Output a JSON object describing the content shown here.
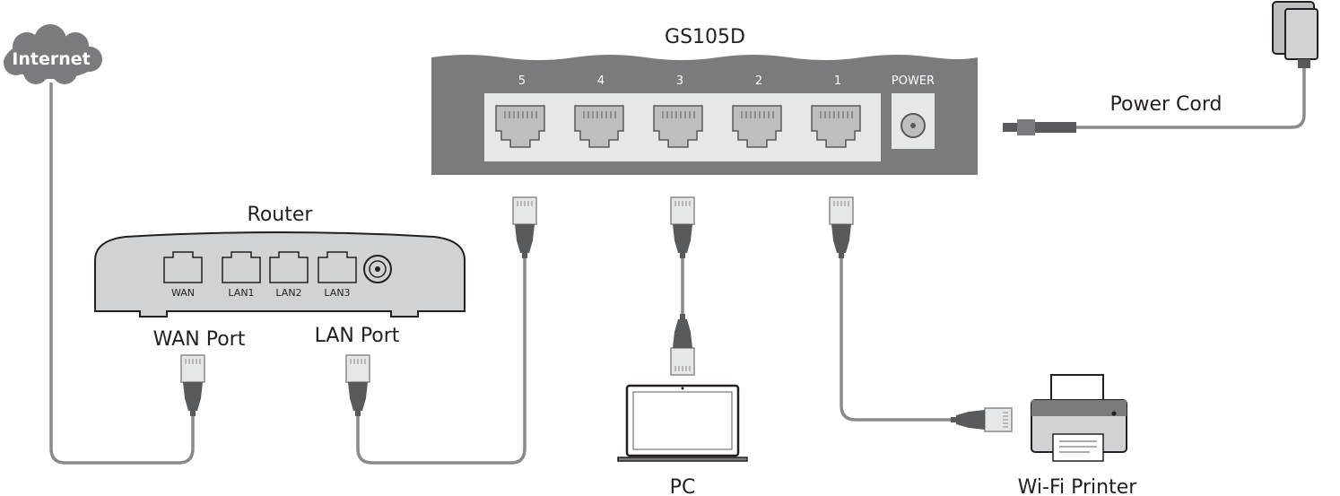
{
  "internet": {
    "label": "Internet"
  },
  "switch": {
    "model": "GS105D",
    "ports": [
      "5",
      "4",
      "3",
      "2",
      "1"
    ],
    "power_label": "POWER"
  },
  "power_cord": {
    "label": "Power Cord"
  },
  "router": {
    "title": "Router",
    "ports": [
      "WAN",
      "LAN1",
      "LAN2",
      "LAN3"
    ],
    "wan_port_label": "WAN Port",
    "lan_port_label": "LAN Port"
  },
  "pc": {
    "label": "PC"
  },
  "printer": {
    "label": "Wi-Fi Printer"
  },
  "colors": {
    "device": "#7b7b7d",
    "device_dark": "#58595b",
    "router_body": "#d1d2d4",
    "cable": "#8a8a8c",
    "port_face": "#e6e7e8",
    "outline": "#231f20"
  }
}
